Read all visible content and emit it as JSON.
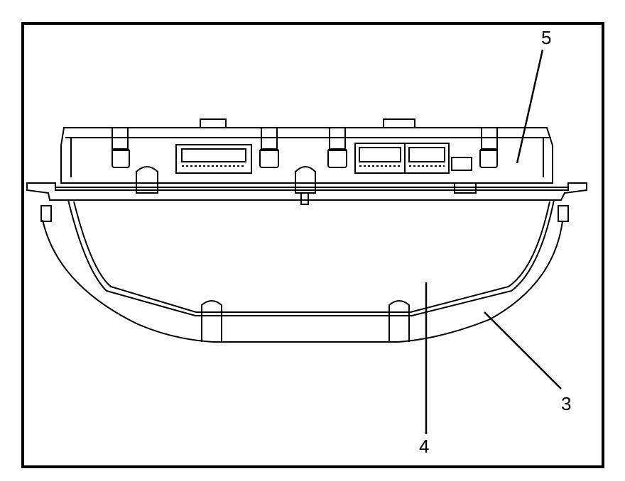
{
  "callouts": [
    {
      "id": "5",
      "label": "5"
    },
    {
      "id": "3",
      "label": "3"
    },
    {
      "id": "4",
      "label": "4"
    }
  ],
  "colors": {
    "ink": "#000000",
    "paper": "#ffffff"
  }
}
